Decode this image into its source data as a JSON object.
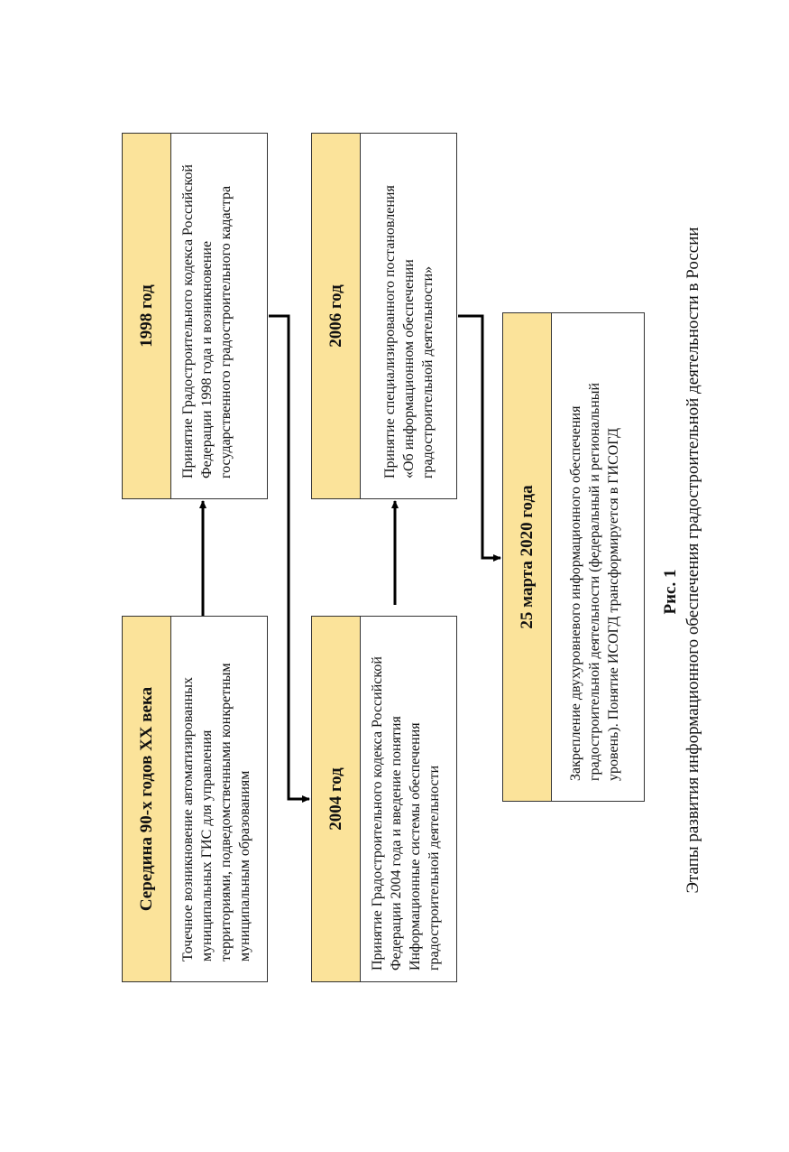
{
  "colors": {
    "header": "#fbe39a",
    "border": "#333333",
    "arrow": "#000000"
  },
  "boxes": [
    {
      "title": "Середина 90-х годов XX века",
      "lines": [
        "Точечное возникновение автоматизированных",
        "муниципальных ГИС для управления",
        "территориями, подведомственными конкретным",
        "муниципальным образованиям"
      ]
    },
    {
      "title": "1998 год",
      "lines": [
        "Принятие Градостроительного кодекса Российской",
        "Федерации 1998 года и возникновение",
        "государственного градостроительного кадастра"
      ]
    },
    {
      "title": "2004 год",
      "lines": [
        "Принятие Градостроительного кодекса Российской",
        "Федерации 2004 года и введение понятия",
        "Информационные системы обеспечения",
        "градостроительной деятельности"
      ]
    },
    {
      "title": "2006 год",
      "lines": [
        "Принятие специализированного постановления",
        "«Об информационном обеспечении",
        "градостроительной деятельности»"
      ]
    },
    {
      "title": "25 марта 2020 года",
      "lines": [
        "Закрепление двухуровневого информационного обеспечения",
        "градостроительной деятельности (федеральный и региональный",
        "уровень). Понятие ИСОГД трансформируется в ГИСОГД"
      ]
    }
  ],
  "figure_label": "Рис. 1",
  "caption": "Этапы развития информационного обеспечения градостроительной деятельности в России"
}
